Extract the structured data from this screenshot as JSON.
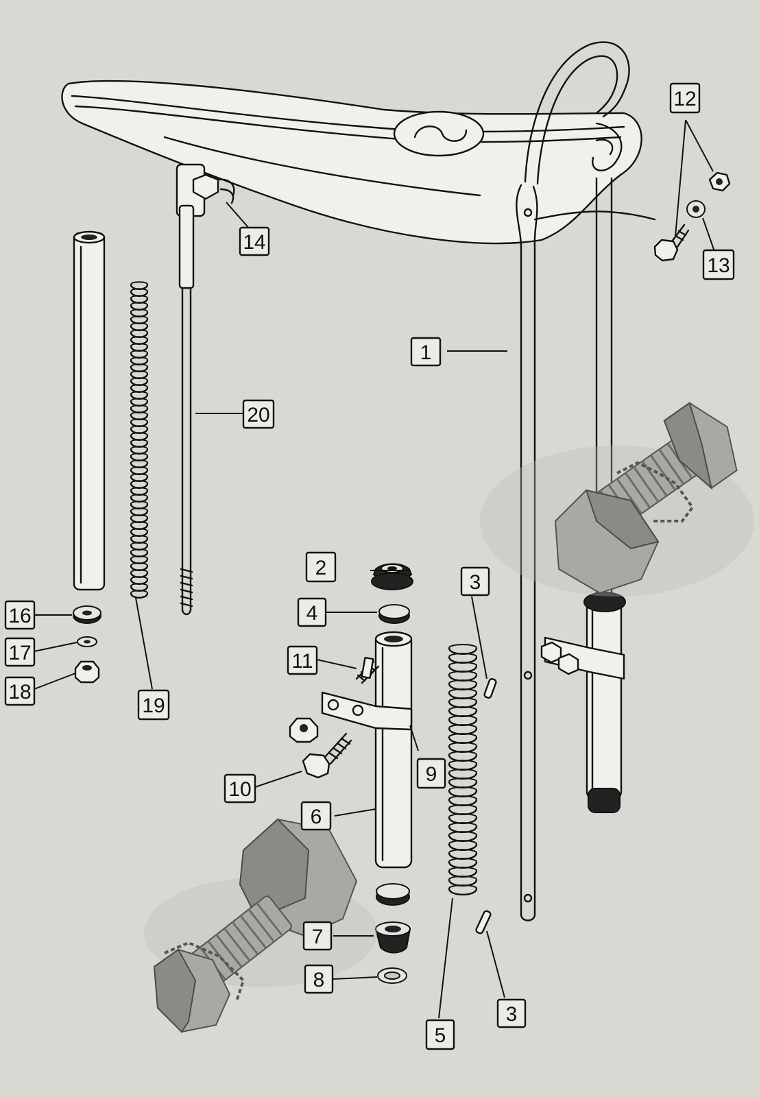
{
  "diagram": {
    "callouts": [
      {
        "id": "c1",
        "label": "1"
      },
      {
        "id": "c2",
        "label": "2"
      },
      {
        "id": "c3a",
        "label": "3"
      },
      {
        "id": "c3b",
        "label": "3"
      },
      {
        "id": "c4",
        "label": "4"
      },
      {
        "id": "c5",
        "label": "5"
      },
      {
        "id": "c6",
        "label": "6"
      },
      {
        "id": "c7",
        "label": "7"
      },
      {
        "id": "c8",
        "label": "8"
      },
      {
        "id": "c9",
        "label": "9"
      },
      {
        "id": "c10",
        "label": "10"
      },
      {
        "id": "c11",
        "label": "11"
      },
      {
        "id": "c12",
        "label": "12"
      },
      {
        "id": "c13",
        "label": "13"
      },
      {
        "id": "c14",
        "label": "14"
      },
      {
        "id": "c16",
        "label": "16"
      },
      {
        "id": "c17",
        "label": "17"
      },
      {
        "id": "c18",
        "label": "18"
      },
      {
        "id": "c19",
        "label": "19"
      },
      {
        "id": "c20",
        "label": "20"
      }
    ]
  },
  "colors": {
    "paper": "#d9d8d2",
    "ink": "#111111",
    "bolt_metal": "#a9a9a3"
  }
}
